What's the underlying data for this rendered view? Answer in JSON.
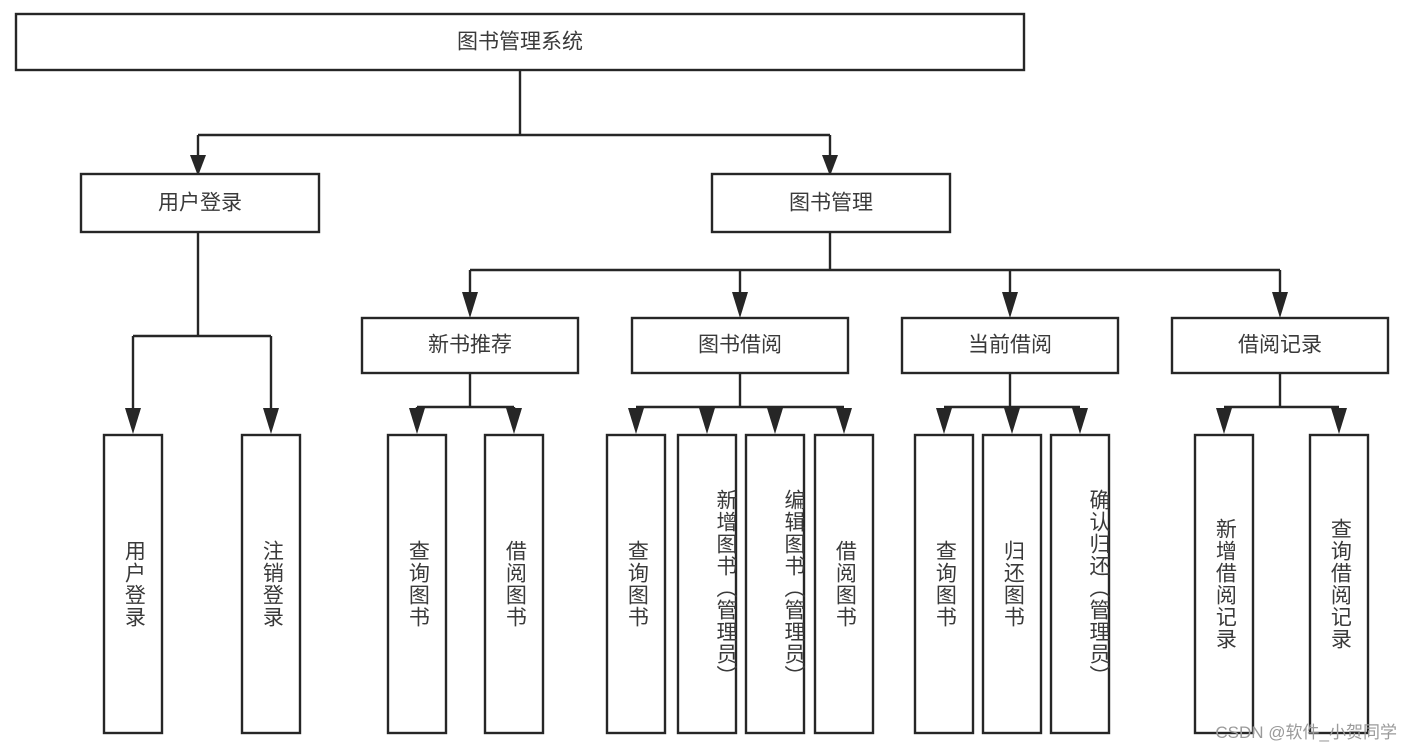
{
  "diagram": {
    "title": "图书管理系统",
    "type": "tree",
    "watermark": "CSDN @软件_小贺同学",
    "colors": {
      "box_fill": "#ffffff",
      "box_stroke": "#262626",
      "text": "#3a3a3a",
      "background": "#ffffff",
      "watermark": "#9a9a9a"
    },
    "root": {
      "label": "图书管理系统"
    },
    "level2": [
      {
        "label": "用户登录"
      },
      {
        "label": "图书管理"
      }
    ],
    "level3": [
      {
        "label": "新书推荐"
      },
      {
        "label": "图书借阅"
      },
      {
        "label": "当前借阅"
      },
      {
        "label": "借阅记录"
      }
    ],
    "leaves": {
      "user_login": [
        {
          "label": "用户登录"
        },
        {
          "label": "注销登录"
        }
      ],
      "new_book_recommend": [
        {
          "label": "查询图书"
        },
        {
          "label": "借阅图书"
        }
      ],
      "book_borrow": [
        {
          "label": "查询图书"
        },
        {
          "label": "新增图书（管理员）"
        },
        {
          "label": "编辑图书（管理员）"
        },
        {
          "label": "借阅图书"
        }
      ],
      "current_borrow": [
        {
          "label": "查询图书"
        },
        {
          "label": "归还图书"
        },
        {
          "label": "确认归还（管理员）"
        }
      ],
      "borrow_record": [
        {
          "label": "新增借阅记录"
        },
        {
          "label": "查询借阅记录"
        }
      ]
    }
  }
}
